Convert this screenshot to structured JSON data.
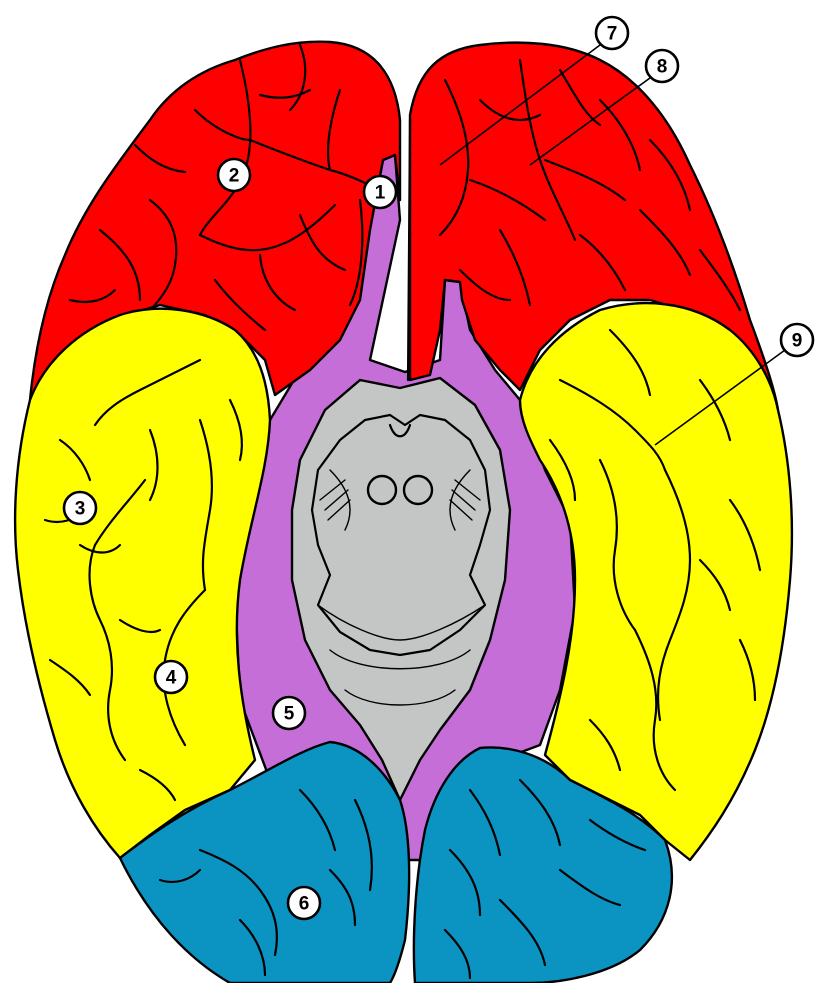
{
  "colors": {
    "frontal": "#ff0000",
    "temporal": "#ffff00",
    "limbic": "#c66ed8",
    "occipital": "#0b93c2",
    "brainstem": "#c4c6c5",
    "outline": "#000000",
    "background": "#ffffff"
  },
  "markers": [
    {
      "id": "1",
      "label": "1"
    },
    {
      "id": "2",
      "label": "2"
    },
    {
      "id": "3",
      "label": "3"
    },
    {
      "id": "4",
      "label": "4"
    },
    {
      "id": "5",
      "label": "5"
    },
    {
      "id": "6",
      "label": "6"
    },
    {
      "id": "7",
      "label": "7"
    },
    {
      "id": "8",
      "label": "8"
    },
    {
      "id": "9",
      "label": "9"
    }
  ]
}
